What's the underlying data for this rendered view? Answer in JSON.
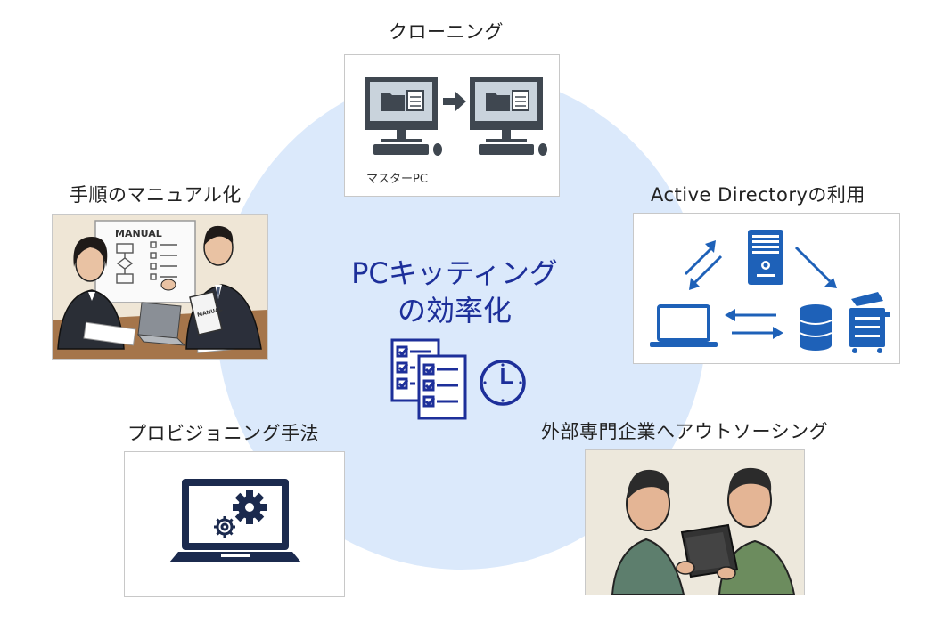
{
  "center": {
    "title_line1": "PCキッティング",
    "title_line2": "の効率化"
  },
  "nodes": {
    "cloning": {
      "label": "クローニング",
      "caption": "マスターPC"
    },
    "ad": {
      "label": "Active Directoryの利用"
    },
    "outsourcing": {
      "label": "外部専門企業へアウトソーシング"
    },
    "provisioning": {
      "label": "プロビジョニング手法"
    },
    "manual": {
      "label": "手順のマニュアル化",
      "board_text": "MANUAL",
      "book_text": "MANUAL"
    }
  },
  "colors": {
    "accent_blue": "#1e61b8",
    "navy": "#1d2f9a",
    "circle": "#dbe9fb",
    "dark_gray": "#3f4750"
  }
}
